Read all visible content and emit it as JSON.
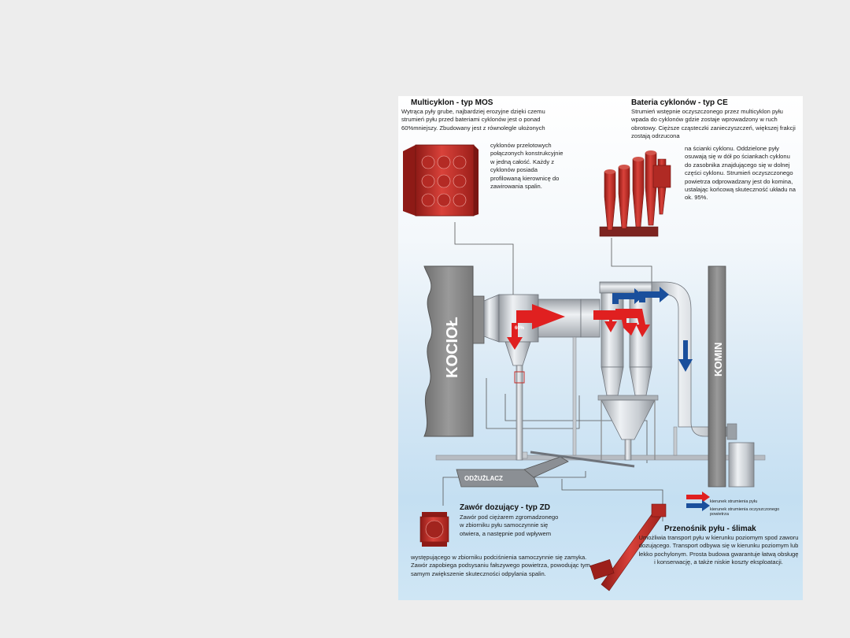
{
  "multicyclone": {
    "title": "Multicyklon - typ MOS",
    "text_top": "Wytrąca pyły grube, najbardziej erozyjne dzięki czemu strumień pyłu przed bateriami cyklonów jest o ponad 60%mniejszy. Zbudowany jest z równolegle ułożonych",
    "text_side": "cyklonów przelotowych połączonych konstrukcyjnie w jedną całość. Każdy z cyklonów posiada profilowaną kierownicę do zawirowania spalin."
  },
  "cyclone_battery": {
    "title": "Bateria cyklonów - typ CE",
    "text_top": "Strumień wstępnie oczyszczonego przez multicyklon pyłu wpada do cyklonów gdzie zostaje wprowadzony w ruch obrotowy. Cięższe cząsteczki zanieczyszczeń, większej frakcji zostają odrzucona",
    "text_side": "na ścianki cyklonu. Oddzielone pyły osuwają się w dół po ściankach cyklonu do zasobnika znajdującego się w dolnej części cyklonu. Strumień oczyszczonego powietrza odprowadzany jest do komina, ustalając końcową skuteczność układu na ok. 95%."
  },
  "dosing_valve": {
    "title": "Zawór dozujący - typ ZD",
    "text_side": "Zawór pod ciężarem zgromadzonego w zbiorniku pyłu samoczynnie się otwiera, a następnie pod wpływem",
    "text_bottom": "występującego w zbiorniku podciśnienia samoczynnie się zamyka. Zawór zapobiega podsysaniu fałszywego powietrza, powodując tym samym zwiększenie skuteczności odpylania spalin."
  },
  "screw_conveyor": {
    "title": "Przenośnik pyłu - ślimak",
    "text": "Umożliwia transport pyłu w kierunku poziomym spod zaworu dozującego. Transport odbywa się w kierunku poziomym lub lekko pochylonym. Prosta budowa gwarantuje łatwą obsługę i konserwację, a także niskie koszty eksploatacji."
  },
  "labels": {
    "boiler": "KOCIOŁ",
    "chimney": "KOMIN",
    "deslagger": "ODŻUŻLACZ",
    "percent": "60%"
  },
  "legend": {
    "dust_flow": "kierunek strumienia pyłu",
    "clean_air_flow": "kierunek strumienia oczyszczonego powietrza"
  },
  "colors": {
    "dust_arrow": "#e02020",
    "clean_air_arrow": "#1a4f9c",
    "equipment": "#c42a25",
    "boiler": "#8d8d8d"
  }
}
